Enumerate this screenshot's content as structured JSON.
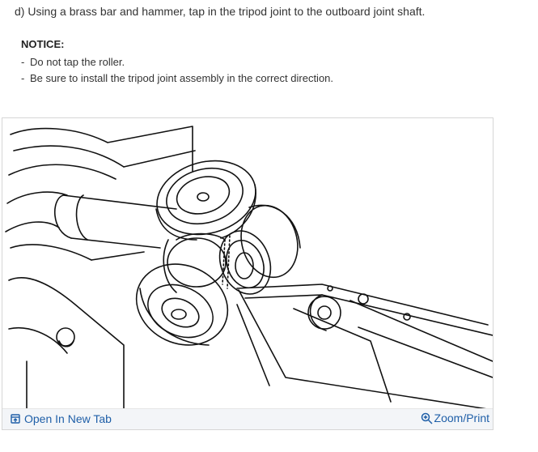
{
  "instruction": {
    "step": "d) Using a brass bar and hammer, tap in the tripod joint to the outboard joint shaft."
  },
  "notice": {
    "title": "NOTICE:",
    "items": [
      "Do not tap the roller.",
      "Be sure to install the tripod joint assembly in the correct direction."
    ]
  },
  "figure": {
    "open_label": "Open In New Tab",
    "zoom_label": "Zoom/Print",
    "open_icon": "open-in-new-tab-icon",
    "zoom_icon": "zoom-in-icon",
    "link_color": "#1f5fa8"
  }
}
